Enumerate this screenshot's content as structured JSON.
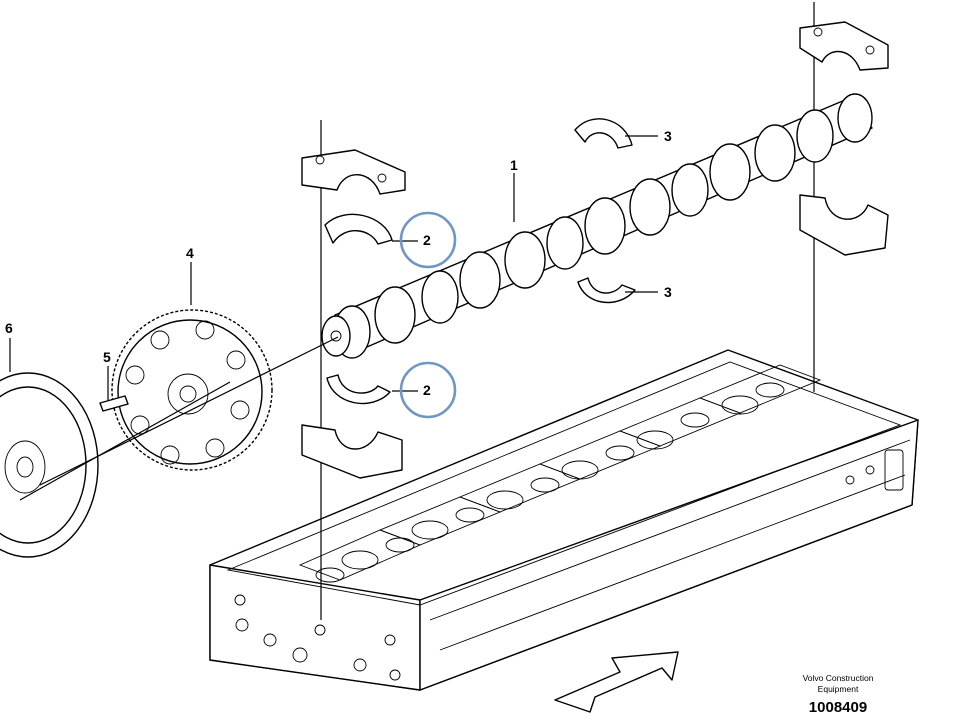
{
  "callouts": {
    "camshaft": "1",
    "bearing_upper": "2",
    "bearing_lower": "2",
    "bearing_right_upper": "3",
    "bearing_right_lower": "3",
    "gear": "4",
    "pin": "5",
    "hub": "6"
  },
  "highlight_color": "#6f97c4",
  "footer": {
    "brand_line1": "Volvo Construction",
    "brand_line2": "Equipment",
    "doc_number": "1008409"
  }
}
